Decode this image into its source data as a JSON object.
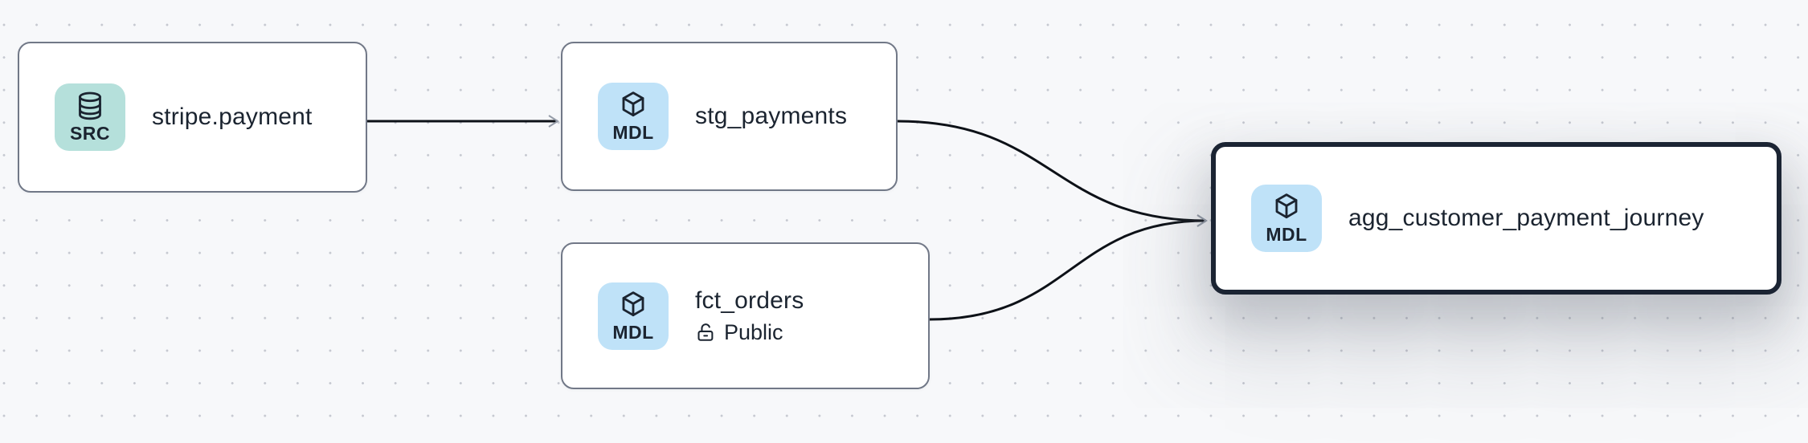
{
  "canvas": {
    "kind": "lineage-graph"
  },
  "nodes": [
    {
      "label": "stripe.payment",
      "badge": "SRC",
      "icon": "database-icon",
      "selected": false
    },
    {
      "label": "stg_payments",
      "badge": "MDL",
      "icon": "cube-icon",
      "selected": false
    },
    {
      "label": "fct_orders",
      "badge": "MDL",
      "icon": "cube-icon",
      "access_label": "Public",
      "access_icon": "unlock-icon",
      "selected": false
    },
    {
      "label": "agg_customer_payment_journey",
      "badge": "MDL",
      "icon": "cube-icon",
      "selected": true
    }
  ],
  "edges": [
    {
      "source": "stripe.payment",
      "target": "stg_payments",
      "shape": "straight"
    },
    {
      "source": "stg_payments",
      "target": "agg_customer_payment_journey",
      "shape": "curved"
    },
    {
      "source": "fct_orders",
      "target": "agg_customer_payment_journey",
      "shape": "curved"
    }
  ],
  "colors": {
    "canvas_bg": "#f7f8fa",
    "dot": "#c5c8d0",
    "node_bg": "#ffffff",
    "node_border": "#717887",
    "selected_border": "#1b2433",
    "text": "#1b2430",
    "src_badge_bg": "#b5e0db",
    "mdl_badge_bg": "#bfe2f8",
    "edge": "#0d1117",
    "arrowhead": "#959ca8"
  }
}
